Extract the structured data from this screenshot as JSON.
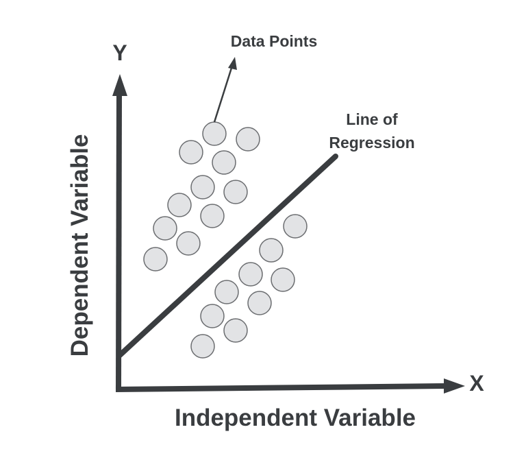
{
  "colors": {
    "ink": "#3a3d40",
    "point_fill": "#e2e3e5",
    "point_stroke": "#6b6d70"
  },
  "labels": {
    "y_axis_letter": "Y",
    "x_axis_letter": "X",
    "y_axis_title": "Dependent Variable",
    "x_axis_title": "Independent Variable",
    "data_points_callout": "Data Points",
    "regression_line_line1": "Line of",
    "regression_line_line2": "Regression"
  }
}
